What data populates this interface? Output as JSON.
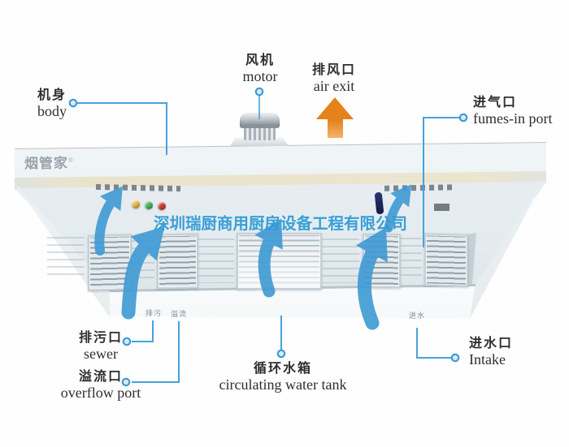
{
  "watermark": {
    "text": "深圳瑞厨商用厨房设备工程有限公司",
    "color": "#2f9bd5"
  },
  "brand": {
    "name": "烟管家",
    "reg": "®"
  },
  "labels": {
    "body": {
      "zh": "机身",
      "en": "body"
    },
    "motor": {
      "zh": "风机",
      "en": "motor"
    },
    "air_exit": {
      "zh": "排风口",
      "en": "air exit"
    },
    "fumes_in": {
      "zh": "进气口",
      "en": "fumes-in port"
    },
    "sewer": {
      "zh": "排污口",
      "en": "sewer"
    },
    "overflow": {
      "zh": "溢流口",
      "en": "overflow port"
    },
    "water_tank": {
      "zh": "循环水箱",
      "en": "circulating water tank"
    },
    "intake": {
      "zh": "进水口",
      "en": "Intake"
    }
  },
  "port_marks": {
    "sewer": "排污",
    "overflow": "溢流",
    "intake": "进水"
  },
  "colors": {
    "leader_blue": "#45a3d9",
    "flow_arrow_blue": "#3e9ad4",
    "exit_arrow_orange": "#e5821c",
    "indicator_yellow": "#edb73e",
    "indicator_green": "#46b554",
    "indicator_red": "#d03a42",
    "watermark_blue": "#2f9bd5",
    "label_text": "#2e2e2e"
  }
}
